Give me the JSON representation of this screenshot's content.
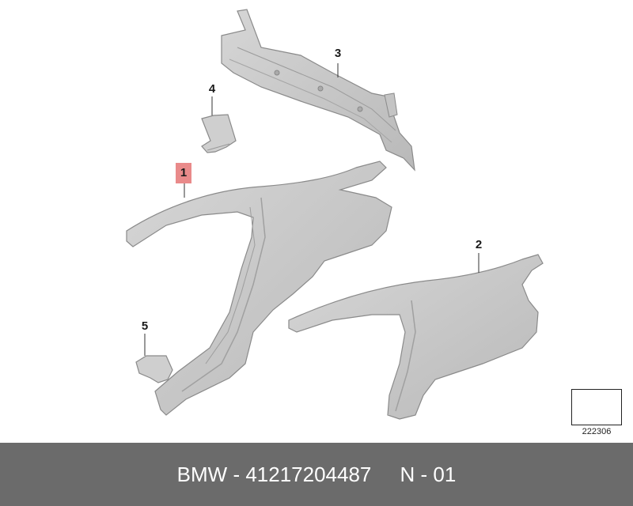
{
  "callouts": {
    "c1": "1",
    "c2": "2",
    "c3": "3",
    "c4": "4",
    "c5": "5"
  },
  "diagram_ref": "222306",
  "footer": {
    "brand": "BMW",
    "sep": " - ",
    "part_number": "41217204487",
    "gap": "     ",
    "page_code": "N - 01"
  },
  "colors": {
    "part_fill": "#c9c9c9",
    "part_stroke": "#8a8a8a",
    "highlight": "#e98a8a",
    "footer_bg": "#6b6b6b"
  }
}
